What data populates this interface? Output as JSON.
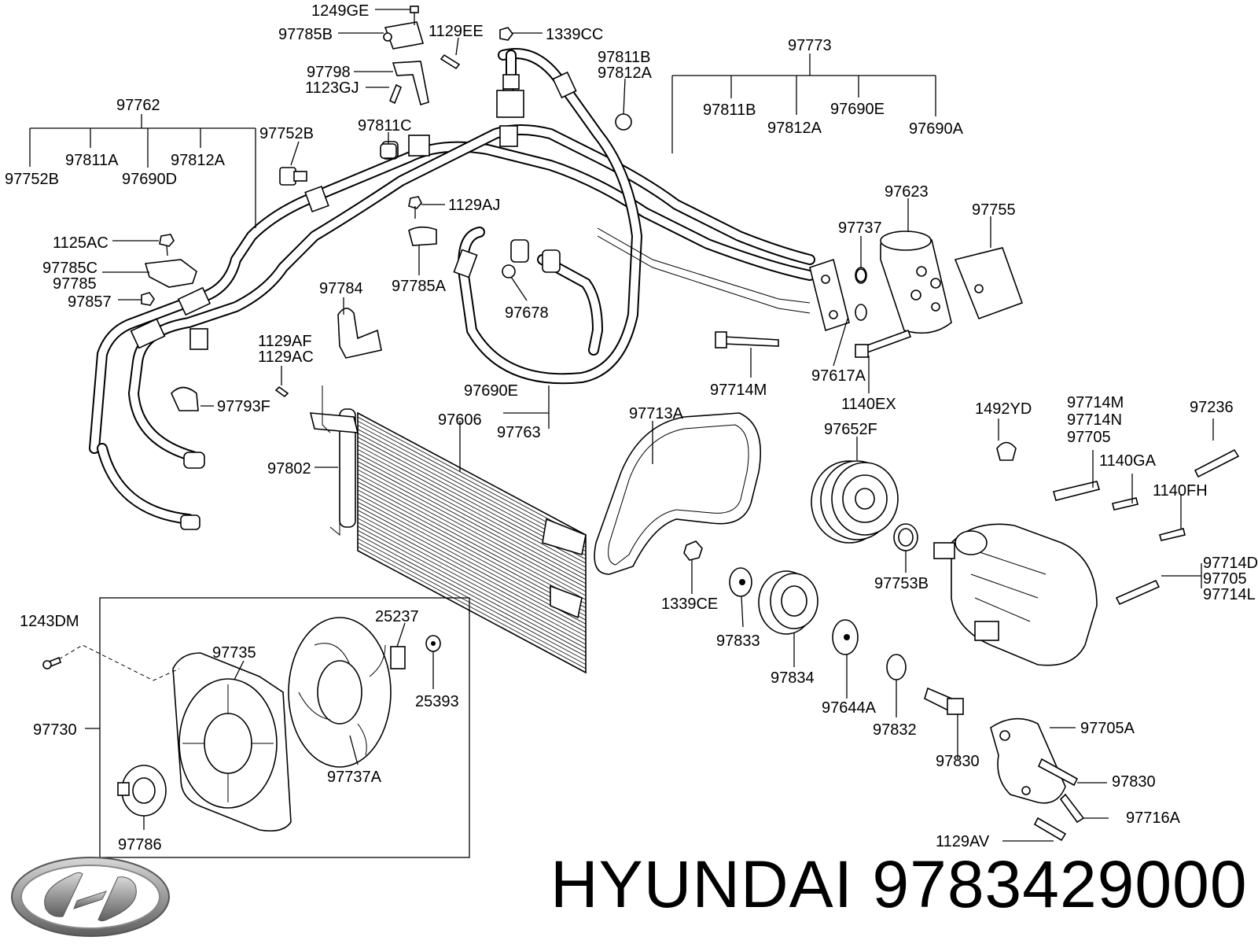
{
  "labels": {
    "l_1249GE": "1249GE",
    "l_97785B": "97785B",
    "l_1129EE": "1129EE",
    "l_1339CC": "1339CC",
    "l_97798": "97798",
    "l_1123GJ": "1123GJ",
    "l_97811B_a": "97811B",
    "l_97812A_a": "97812A",
    "l_97773": "97773",
    "l_97811B_b": "97811B",
    "l_97812A_b": "97812A",
    "l_97690E_a": "97690E",
    "l_97690A": "97690A",
    "l_97762": "97762",
    "l_97752B_a": "97752B",
    "l_97811A": "97811A",
    "l_97690D": "97690D",
    "l_97812A_c": "97812A",
    "l_97752B_b": "97752B",
    "l_97811C": "97811C",
    "l_1129AJ": "1129AJ",
    "l_97623": "97623",
    "l_97755": "97755",
    "l_97737": "97737",
    "l_1125AC": "1125AC",
    "l_97785C": "97785C",
    "l_97785": "97785",
    "l_97857": "97857",
    "l_97784": "97784",
    "l_97785A": "97785A",
    "l_97678": "97678",
    "l_1129AF": "1129AF",
    "l_1129AC": "1129AC",
    "l_97714M_a": "97714M",
    "l_97617A": "97617A",
    "l_1140EX": "1140EX",
    "l_97793F": "97793F",
    "l_97690E_b": "97690E",
    "l_97606": "97606",
    "l_97763": "97763",
    "l_97713A": "97713A",
    "l_1492YD": "1492YD",
    "l_97714M_b": "97714M",
    "l_97714N": "97714N",
    "l_97705_a": "97705",
    "l_97236": "97236",
    "l_97652F": "97652F",
    "l_1140GA": "1140GA",
    "l_1140FH": "1140FH",
    "l_97802": "97802",
    "l_97714D": "97714D",
    "l_97705_b": "97705",
    "l_97714L": "97714L",
    "l_1339CE": "1339CE",
    "l_97753B": "97753B",
    "l_1243DM": "1243DM",
    "l_25237": "25237",
    "l_97735": "97735",
    "l_97833": "97833",
    "l_97834": "97834",
    "l_25393": "25393",
    "l_97644A": "97644A",
    "l_97832": "97832",
    "l_97730": "97730",
    "l_97737A": "97737A",
    "l_97830_a": "97830",
    "l_97705A": "97705A",
    "l_97830_b": "97830",
    "l_97716A": "97716A",
    "l_1129AV": "1129AV",
    "l_97786": "97786"
  },
  "brand": {
    "text": "HYUNDAI 9783429000",
    "logo": "hyundai-logo"
  }
}
